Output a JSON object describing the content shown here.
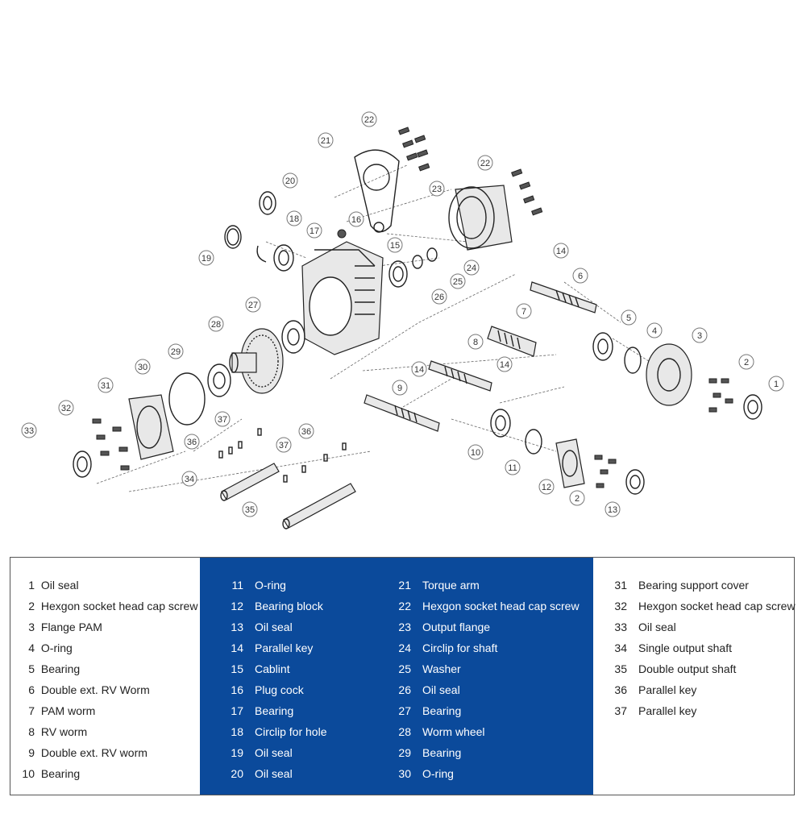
{
  "legend": {
    "columns": [
      {
        "theme": "white",
        "items": [
          {
            "num": "1",
            "label": "Oil seal"
          },
          {
            "num": "2",
            "label": "Hexgon socket head cap screw"
          },
          {
            "num": "3",
            "label": "Flange PAM"
          },
          {
            "num": "4",
            "label": "O-ring"
          },
          {
            "num": "5",
            "label": "Bearing"
          },
          {
            "num": "6",
            "label": "Double ext. RV Worm"
          },
          {
            "num": "7",
            "label": "PAM worm"
          },
          {
            "num": "8",
            "label": "RV  worm"
          },
          {
            "num": "9",
            "label": "Double ext. RV worm"
          },
          {
            "num": "10",
            "label": "Bearing"
          }
        ]
      },
      {
        "theme": "blue",
        "items": [
          {
            "num": "11",
            "label": "O-ring"
          },
          {
            "num": "12",
            "label": "Bearing block"
          },
          {
            "num": "13",
            "label": "Oil seal"
          },
          {
            "num": "14",
            "label": "Parallel key"
          },
          {
            "num": "15",
            "label": "Cablint"
          },
          {
            "num": "16",
            "label": "Plug cock"
          },
          {
            "num": "17",
            "label": "Bearing"
          },
          {
            "num": "18",
            "label": "Circlip for hole"
          },
          {
            "num": "19",
            "label": "Oil seal"
          },
          {
            "num": "20",
            "label": "Oil seal"
          }
        ]
      },
      {
        "theme": "blue",
        "items": [
          {
            "num": "21",
            "label": "Torque arm"
          },
          {
            "num": "22",
            "label": "Hexgon socket head cap screw"
          },
          {
            "num": "23",
            "label": "Output flange"
          },
          {
            "num": "24",
            "label": "Circlip for shaft"
          },
          {
            "num": "25",
            "label": "Washer"
          },
          {
            "num": "26",
            "label": "Oil seal"
          },
          {
            "num": "27",
            "label": "Bearing"
          },
          {
            "num": "28",
            "label": "Worm wheel"
          },
          {
            "num": "29",
            "label": "Bearing"
          },
          {
            "num": "30",
            "label": "O-ring"
          }
        ]
      },
      {
        "theme": "white",
        "items": [
          {
            "num": "31",
            "label": "Bearing support cover"
          },
          {
            "num": "32",
            "label": "Hexgon socket head cap screw"
          },
          {
            "num": "33",
            "label": "Oil seal"
          },
          {
            "num": "34",
            "label": "Single output shaft"
          },
          {
            "num": "35",
            "label": "Double output shaft"
          },
          {
            "num": "36",
            "label": "Parallel key"
          },
          {
            "num": "37",
            "label": "Parallel key"
          }
        ]
      }
    ]
  },
  "callouts": [
    "22",
    "21",
    "22",
    "23",
    "20",
    "18",
    "17",
    "16",
    "15",
    "14",
    "19",
    "24",
    "25",
    "26",
    "6",
    "27",
    "7",
    "5",
    "4",
    "3",
    "28",
    "29",
    "8",
    "14",
    "30",
    "14",
    "9",
    "2",
    "1",
    "31",
    "32",
    "37",
    "36",
    "37",
    "33",
    "10",
    "11",
    "36",
    "34",
    "35",
    "12",
    "2",
    "13"
  ],
  "colors": {
    "legend_blue": "#0b4a9b",
    "line": "#222222"
  }
}
